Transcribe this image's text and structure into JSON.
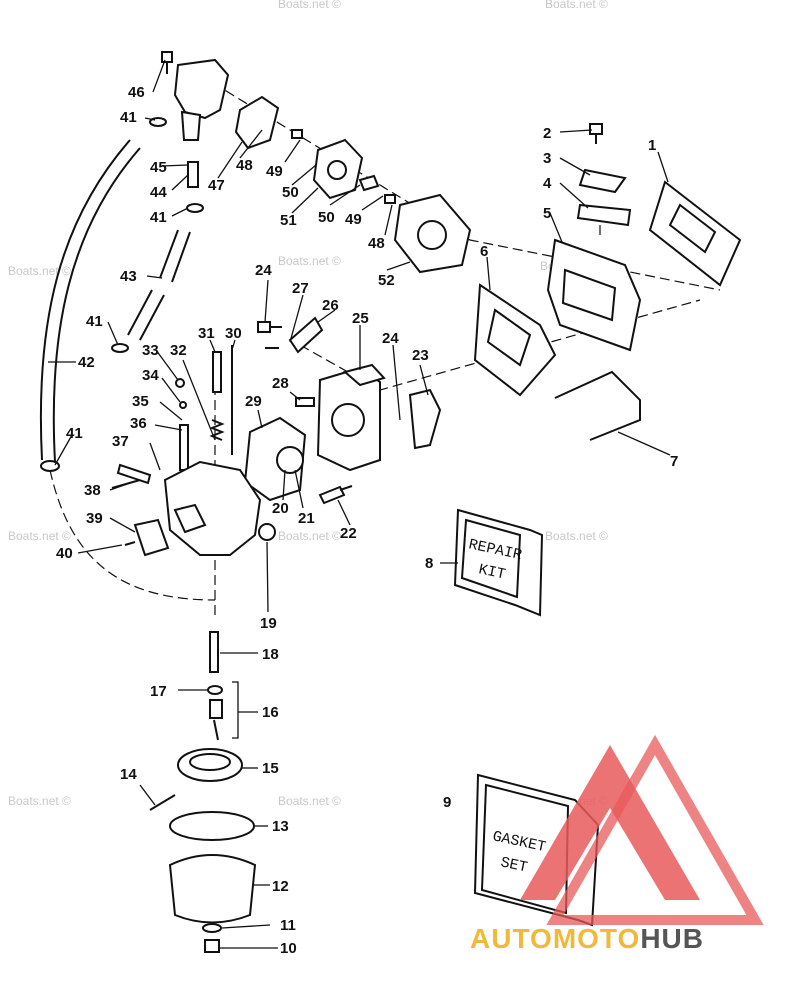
{
  "watermark": "Boats.net ©",
  "brand": {
    "part1": "AUTO",
    "part2": "MOTO",
    "part3": "HUB",
    "color_primary": "#f0b93a",
    "color_secondary": "#555555",
    "logo_color": "#e85a5a"
  },
  "kits": {
    "repair_line1": "REPAIR",
    "repair_line2": "KIT",
    "gasket_line1": "GASKET",
    "gasket_line2": "SET"
  },
  "labels": [
    "1",
    "2",
    "3",
    "4",
    "5",
    "6",
    "7",
    "8",
    "9",
    "10",
    "11",
    "12",
    "13",
    "14",
    "15",
    "16",
    "17",
    "18",
    "19",
    "20",
    "21",
    "22",
    "23",
    "24",
    "24",
    "25",
    "26",
    "27",
    "28",
    "29",
    "30",
    "31",
    "32",
    "33",
    "34",
    "35",
    "36",
    "37",
    "38",
    "39",
    "40",
    "41",
    "41",
    "41",
    "41",
    "42",
    "43",
    "44",
    "45",
    "46",
    "47",
    "48",
    "48",
    "49",
    "49",
    "50",
    "50",
    "51",
    "52"
  ]
}
